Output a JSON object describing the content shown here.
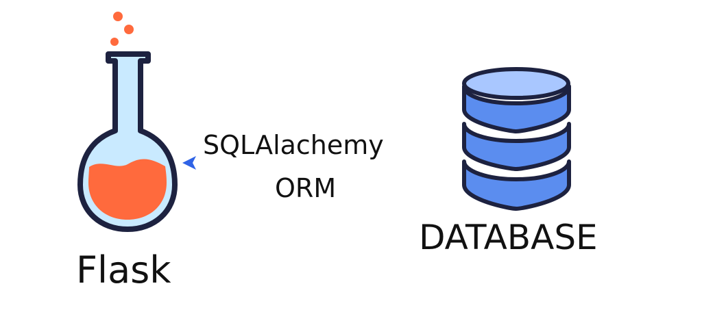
{
  "diagram": {
    "flask": {
      "label": "Flask",
      "icon": "flask-icon",
      "liquid_color": "#ff6a3d",
      "glass_color": "#c9eaff",
      "bubble_color": "#ff6a3d"
    },
    "connector": {
      "label_line1": "SQLAlachemy",
      "label_line2": "ORM",
      "arrow_color": "#4f83f2",
      "direction": "database-to-flask"
    },
    "database": {
      "label": "DATABASE",
      "icon": "database-icon",
      "fill_color": "#5b8def",
      "top_color": "#a9c7ff",
      "outline_color": "#1d2240"
    }
  }
}
